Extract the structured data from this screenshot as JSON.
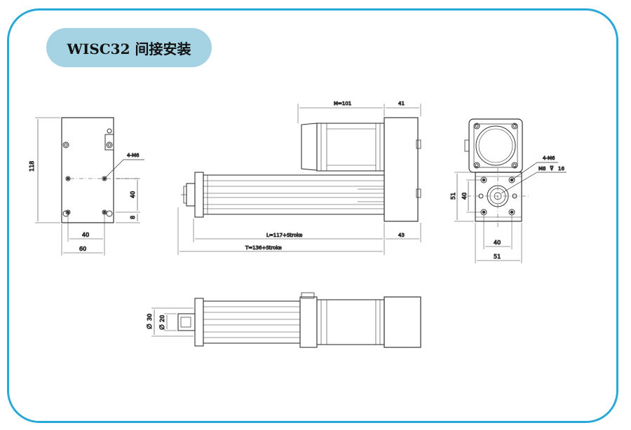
{
  "title": "WISC32 间接安装",
  "colors": {
    "frame": "#2aa9d8",
    "title_bg": "#a6d3e3",
    "line": "#333333"
  },
  "dims": {
    "side_height": "118",
    "side_hole_spacing_v": "40",
    "side_offset": "8",
    "side_hole_spacing_h": "40",
    "side_width": "60",
    "side_thread": "4-M6",
    "motor_len": "M=101",
    "motor_block": "41",
    "body_len": "L=117+Stroke",
    "body_block": "43",
    "total_len": "T=136+Stroke",
    "end_thread": "4-M6",
    "end_center_thread": "M8",
    "end_depth": "16",
    "end_height": "51",
    "end_hole_spacing_v": "40",
    "end_hole_spacing_h": "40",
    "end_width": "51",
    "rod_dia_outer": "30",
    "rod_dia_inner": "20",
    "dia_symbol": "∅"
  }
}
